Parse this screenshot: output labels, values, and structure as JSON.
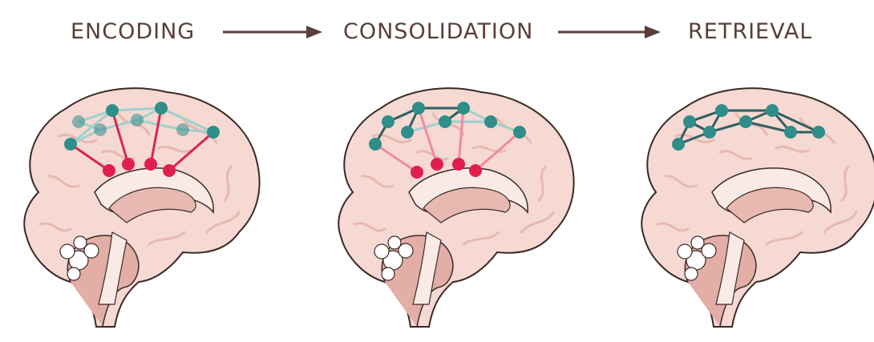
{
  "stages": [
    {
      "label": "ENCODING"
    },
    {
      "label": "CONSOLIDATION"
    },
    {
      "label": "RETRIEVAL"
    }
  ],
  "colors": {
    "text": "#5a3e38",
    "arrow": "#5a3e38",
    "brain_fill": "#f6d9d2",
    "brain_fold": "#e7b9b0",
    "brain_deep": "#e2aea6",
    "brain_inner": "#f9eae6",
    "brain_outline": "#3b2a27",
    "cortex_node": "#2f8d8a",
    "cortex_node_dark": "#256f6d",
    "cortex_link_faint": "#9fd0cd",
    "cortex_link_strong": "#2f5f62",
    "hippo_node": "#e01f4f",
    "hippo_link_strong": "#d8264f",
    "hippo_link_faint": "#f08aa3"
  },
  "icons": [
    "arrow-right-icon"
  ]
}
